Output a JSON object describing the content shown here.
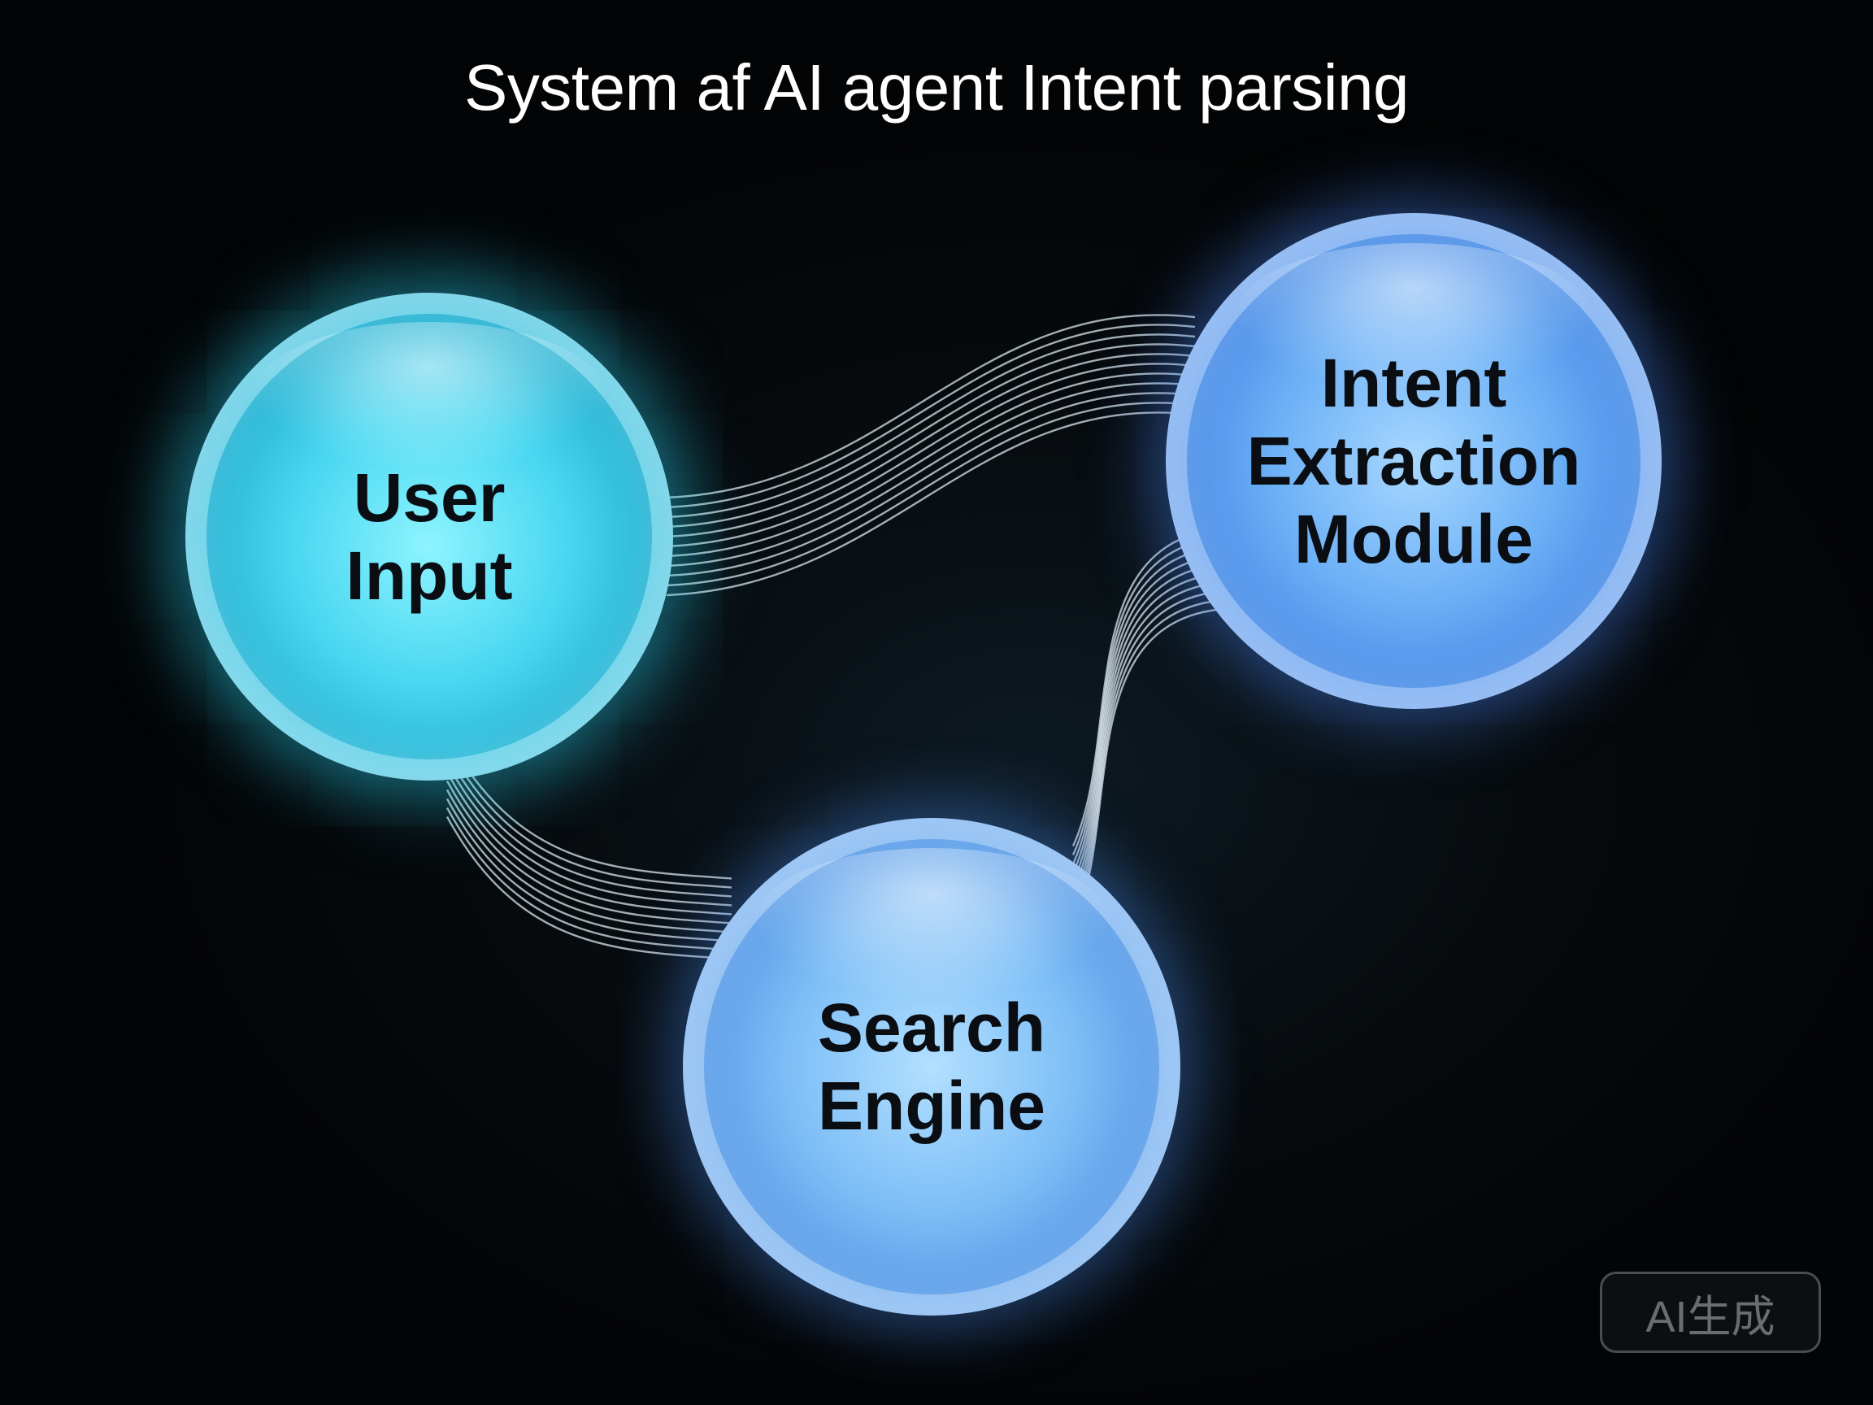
{
  "title": "System af AI agent Intent parsing",
  "nodes": {
    "user_input": {
      "label": "User\nInput"
    },
    "intent_extraction": {
      "label": "Intent\nExtraction\nModule"
    },
    "search_engine": {
      "label": "Search\nEngine"
    }
  },
  "links": [
    {
      "from": "User Input",
      "to": "Intent Extraction Module"
    },
    {
      "from": "User Input",
      "to": "Search Engine"
    },
    {
      "from": "Search Engine",
      "to": "Intent Extraction Module"
    }
  ],
  "watermark": "AI生成",
  "colors": {
    "background": "#050708",
    "user_input_node": "#47d6f0",
    "intent_node": "#6cb0f6",
    "search_node": "#7cbdf6",
    "link_lines": "#d8e6ee"
  }
}
